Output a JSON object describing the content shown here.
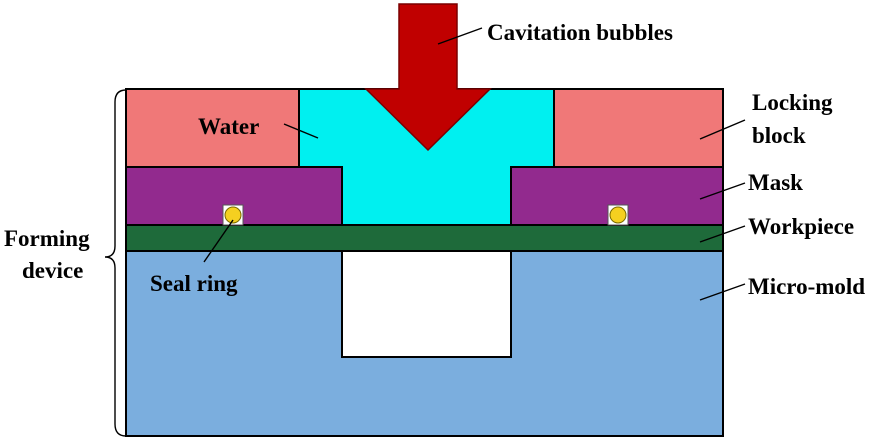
{
  "labels": {
    "cavitation_bubbles": "Cavitation bubbles",
    "water": "Water",
    "locking_block_line1": "Locking",
    "locking_block_line2": "block",
    "mask": "Mask",
    "workpiece": "Workpiece",
    "forming_device_line1": "Forming",
    "forming_device_line2": "device",
    "seal_ring": "Seal ring",
    "micro_mold": "Micro-mold"
  },
  "colors": {
    "locking_block": "#f07878",
    "water": "#00f0f0",
    "mask": "#922a8e",
    "workpiece": "#1e6a3a",
    "micro_mold": "#7baede",
    "cavity": "#ffffff",
    "arrow": "#c00000",
    "seal_ring": "#f5d020"
  }
}
